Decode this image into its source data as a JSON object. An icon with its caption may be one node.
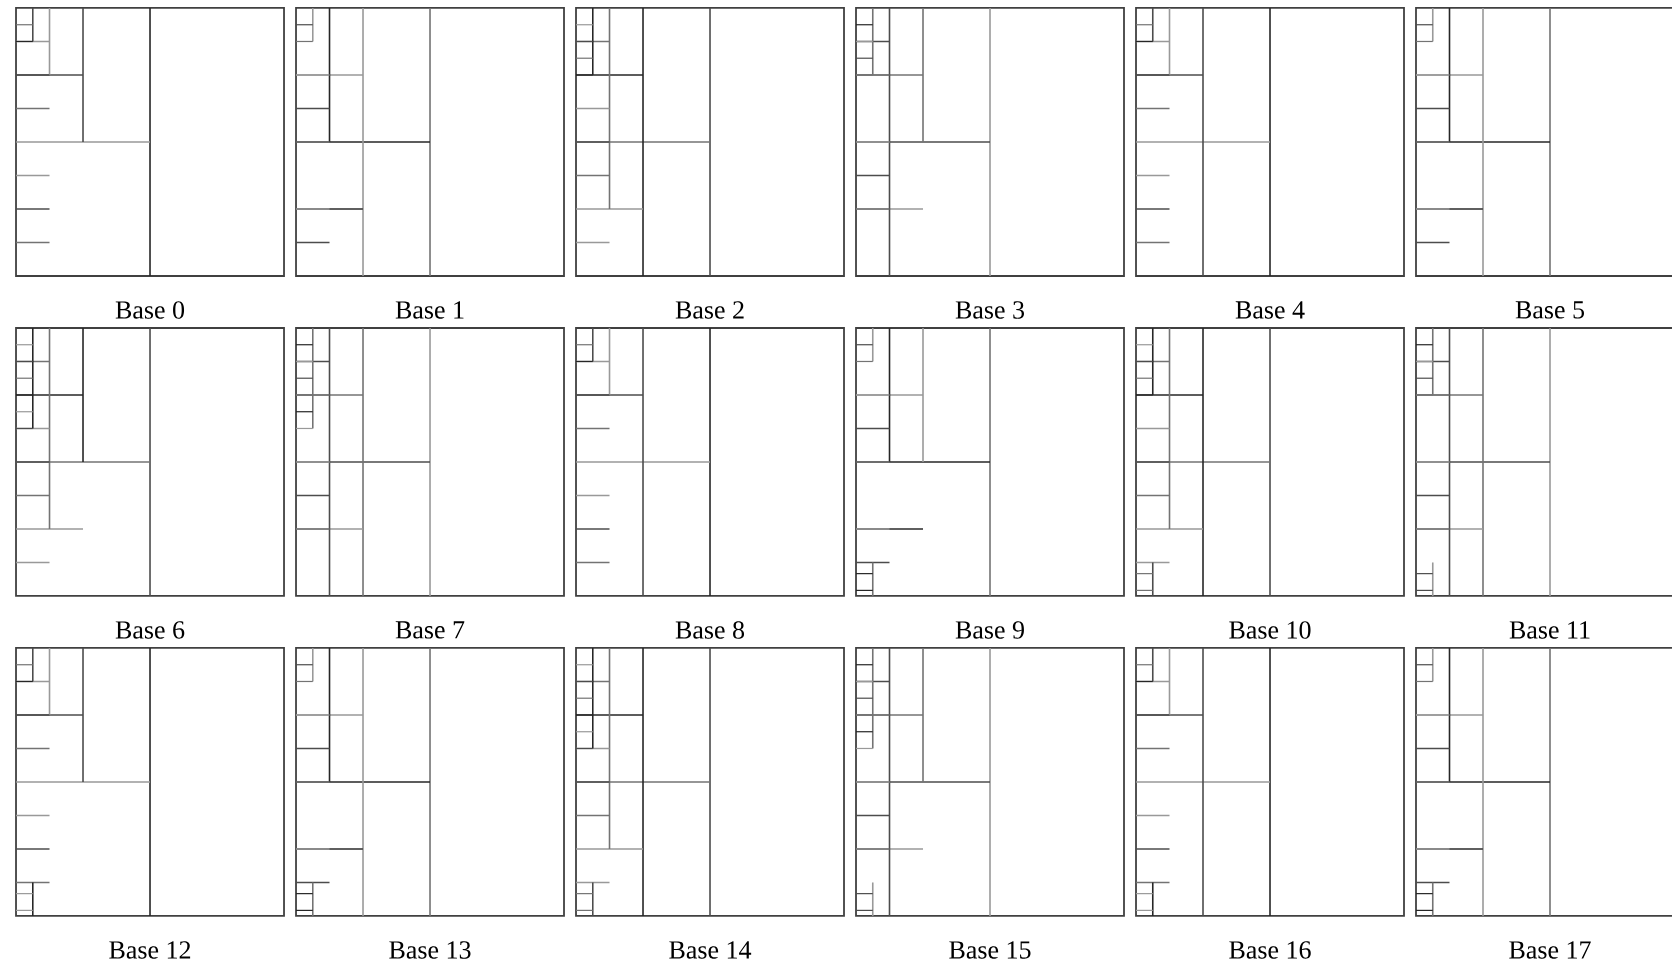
{
  "diagram": {
    "labels": [
      "Base 0",
      "Base 1",
      "Base 2",
      "Base 3",
      "Base 4",
      "Base 5",
      "Base 6",
      "Base 7",
      "Base 8",
      "Base 9",
      "Base 10",
      "Base 11",
      "Base 12",
      "Base 13",
      "Base 14",
      "Base 15",
      "Base 16",
      "Base 17"
    ]
  }
}
